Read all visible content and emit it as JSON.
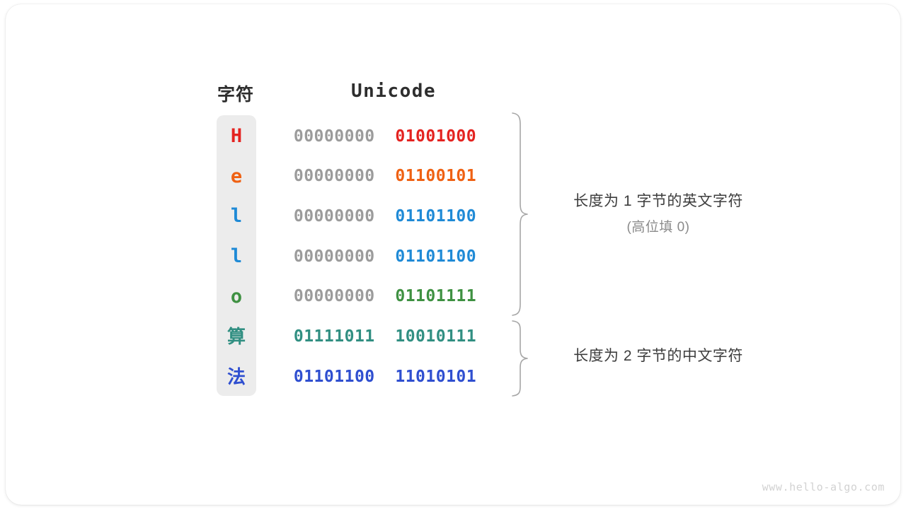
{
  "headers": {
    "character": "字符",
    "unicode": "Unicode"
  },
  "rows": [
    {
      "char": "H",
      "kind": "latin",
      "color": "#e42320",
      "high_bits": "00000000",
      "low_bits": "01001000"
    },
    {
      "char": "e",
      "kind": "latin",
      "color": "#ef6113",
      "high_bits": "00000000",
      "low_bits": "01100101"
    },
    {
      "char": "l",
      "kind": "latin",
      "color": "#1f8ad6",
      "high_bits": "00000000",
      "low_bits": "01101100"
    },
    {
      "char": "l",
      "kind": "latin",
      "color": "#1f8ad6",
      "high_bits": "00000000",
      "low_bits": "01101100"
    },
    {
      "char": "o",
      "kind": "latin",
      "color": "#3f9142",
      "high_bits": "00000000",
      "low_bits": "01101111"
    },
    {
      "char": "算",
      "kind": "cjk",
      "color": "#318f82",
      "high_bits": "01111011",
      "low_bits": "10010111"
    },
    {
      "char": "法",
      "kind": "cjk",
      "color": "#2f4fd0",
      "high_bits": "01101100",
      "low_bits": "11010101"
    }
  ],
  "annotations": [
    {
      "main": "长度为 1 字节的英文字符",
      "sub": "(高位填 0)"
    },
    {
      "main": "长度为 2 字节的中文字符",
      "sub": ""
    }
  ],
  "watermark": "www.hello-algo.com",
  "colors": {
    "strip_background": "#ececec",
    "high_bits": "#9b9b9b",
    "brace": "#a6a6a6",
    "header_text": "#2e2e2e",
    "annotation_text": "#3d3d3d",
    "annotation_sub_text": "#8a8a8a",
    "watermark_text": "#d2d2d2",
    "card_background": "#ffffff"
  }
}
